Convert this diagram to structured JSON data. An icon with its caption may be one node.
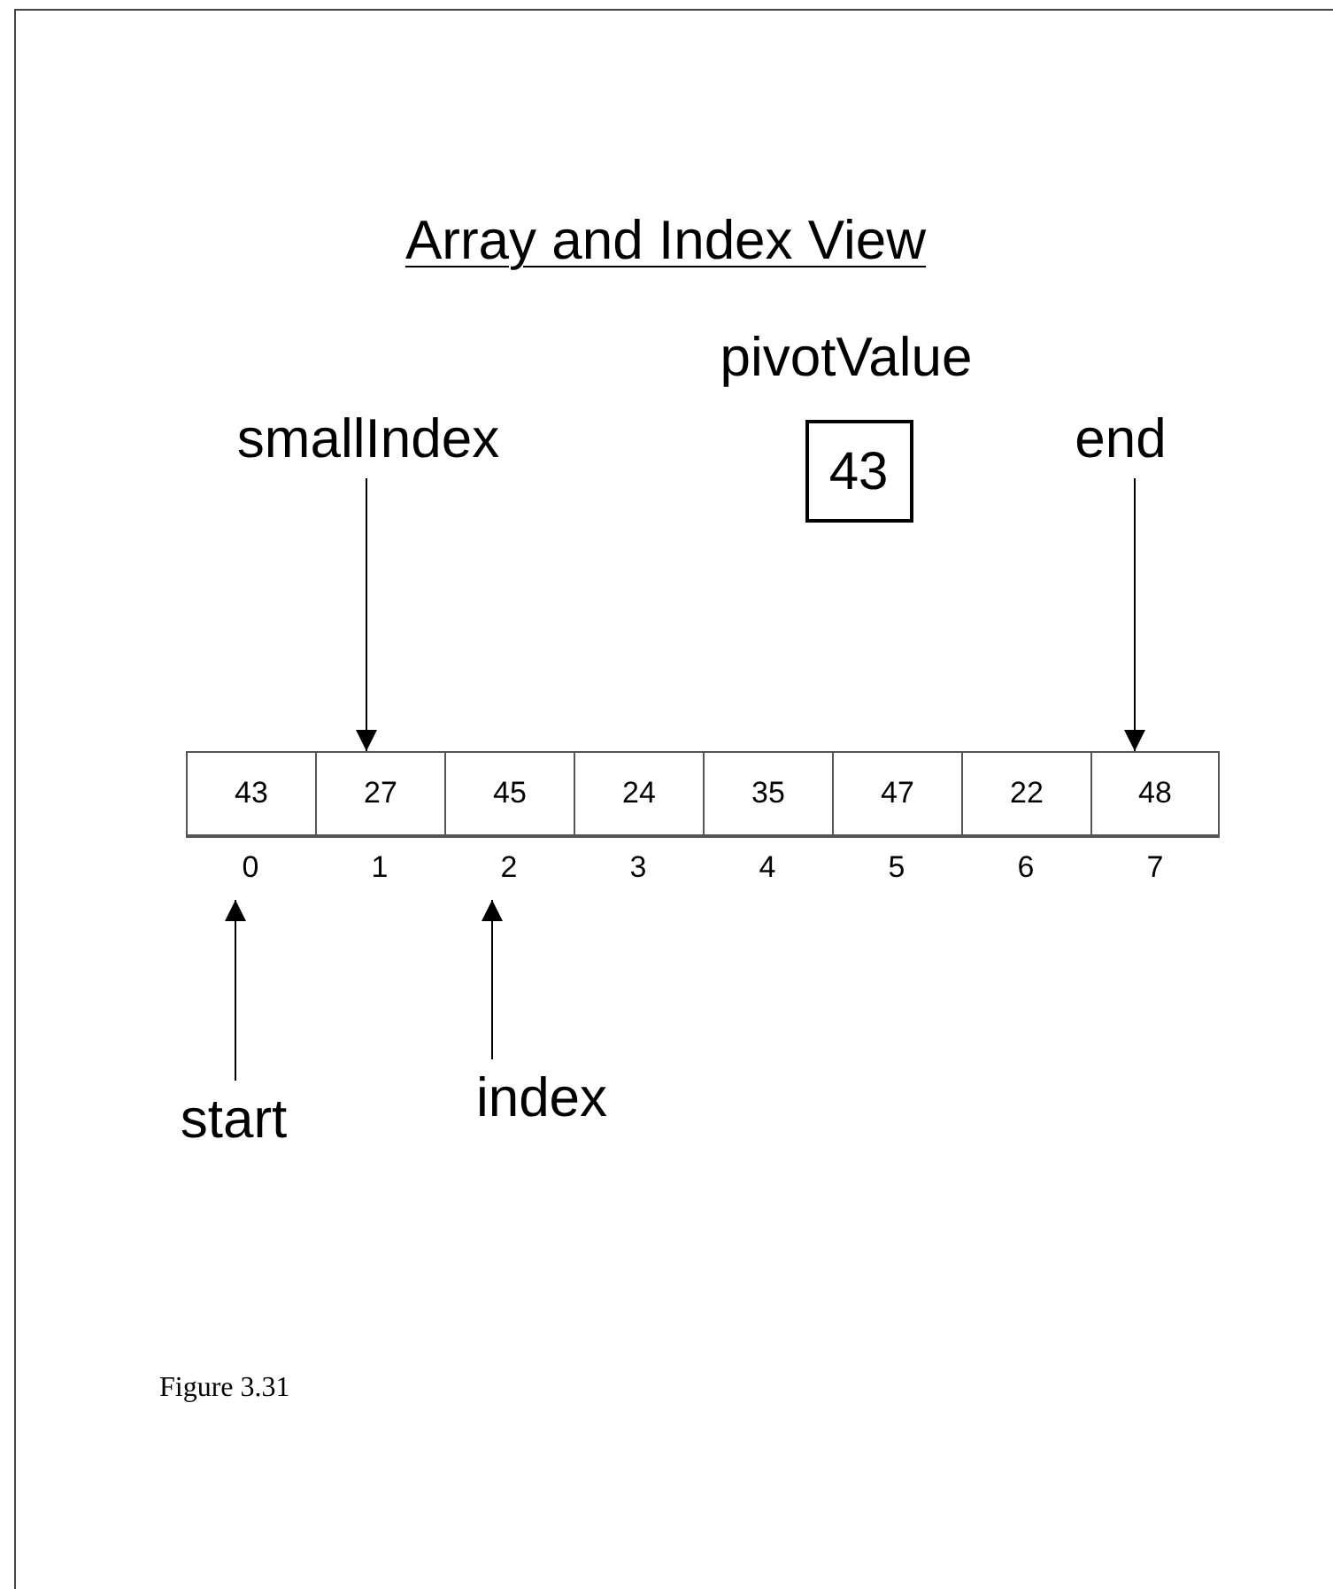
{
  "diagram": {
    "title": "Array and Index View",
    "nodes": [
      {
        "text": [
          "smallIndex"
        ]
      },
      {
        "text": [
          "pivotValue",
          "43"
        ]
      },
      {
        "text": [
          "end"
        ]
      },
      {
        "text": [
          "43"
        ],
        "beside": [
          "0"
        ]
      },
      {
        "text": [
          "27"
        ],
        "beside": [
          "1"
        ]
      },
      {
        "text": [
          "45"
        ],
        "beside": [
          "2"
        ]
      },
      {
        "text": [
          "24"
        ],
        "beside": [
          "3"
        ]
      },
      {
        "text": [
          "35"
        ],
        "beside": [
          "4"
        ]
      },
      {
        "text": [
          "47"
        ],
        "beside": [
          "5"
        ]
      },
      {
        "text": [
          "22"
        ],
        "beside": [
          "6"
        ]
      },
      {
        "text": [
          "48"
        ],
        "beside": [
          "7"
        ]
      },
      {
        "text": [
          "start"
        ]
      },
      {
        "text": [
          "index"
        ]
      }
    ],
    "edges": [
      {
        "from": 0,
        "to": 4,
        "arrow": "to"
      },
      {
        "from": 2,
        "to": 10,
        "arrow": "to"
      },
      {
        "from": 11,
        "to": 3,
        "arrow": "to"
      },
      {
        "from": 12,
        "to": 5,
        "arrow": "to"
      }
    ],
    "caption": "Figure 3.31"
  }
}
